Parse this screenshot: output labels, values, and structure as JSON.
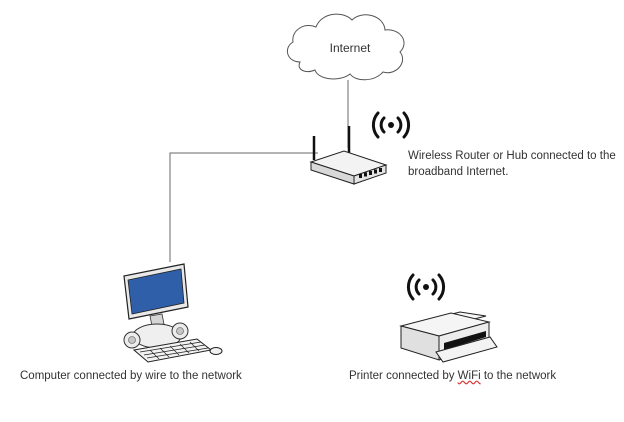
{
  "nodes": {
    "internet": {
      "label": "Internet"
    },
    "router": {
      "caption": "Wireless Router or Hub connected to the broadband Internet."
    },
    "computer": {
      "caption": "Computer connected by wire to the network"
    },
    "printer": {
      "caption_prefix": "Printer connected by ",
      "caption_wifi": "WiFi",
      "caption_suffix": " to the network"
    }
  },
  "icons": {
    "router_signal": "wireless-signal-icon",
    "printer_signal": "wireless-signal-icon"
  },
  "colors": {
    "line": "#555555",
    "signal": "#111111",
    "screen": "#2f5fa8"
  }
}
